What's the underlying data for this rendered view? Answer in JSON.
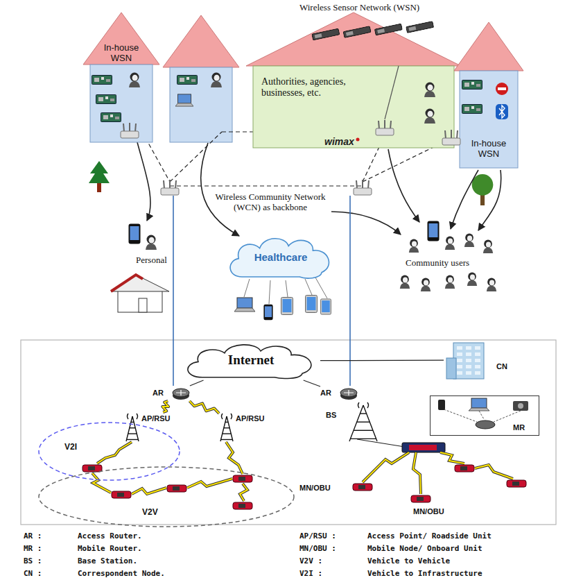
{
  "diagram": {
    "nodes": [
      {
        "text": [
          "In-house WSN"
        ]
      },
      {
        "text": [
          "Authorities, agencies, businesses, etc."
        ]
      },
      {
        "text": [
          "In-house WSN"
        ]
      },
      {
        "text": [
          "Healthcare"
        ]
      },
      {
        "text": [
          "Internet"
        ]
      },
      {
        "text": [
          "CN"
        ]
      },
      {
        "text": [
          "AR"
        ]
      },
      {
        "text": [
          "AR"
        ]
      },
      {
        "text": [
          "AP/RSU"
        ]
      },
      {
        "text": [
          "AP/RSU"
        ]
      },
      {
        "text": [
          "BS"
        ]
      },
      {
        "text": [
          "MR"
        ]
      },
      {
        "text": [
          "V2I"
        ]
      },
      {
        "text": [
          "V2V"
        ]
      }
    ],
    "edges": [
      {
        "from": 4,
        "to": 5,
        "arrow": "none"
      },
      {
        "from": 4,
        "to": 6,
        "arrow": "none"
      },
      {
        "from": 4,
        "to": 7,
        "arrow": "none"
      },
      {
        "from": 6,
        "to": 8,
        "arrow": "none"
      },
      {
        "from": 6,
        "to": 9,
        "arrow": "none"
      },
      {
        "from": 7,
        "to": 10,
        "arrow": "none"
      }
    ],
    "labels": [
      "Wireless Sensor Network (WSN)",
      "wimax",
      "Wireless Community Network (WCN) as backbone",
      "Personal",
      "Community users",
      "MN/OBU",
      "MN/OBU",
      "AR :",
      "Access Router.",
      "AP/RSU :",
      "Access Point/ Roadside Unit",
      "MR :",
      "Mobile Router.",
      "MN/OBU :",
      "Mobile Node/ Onboard Unit",
      "BS :",
      "Base Station.",
      "V2V :",
      "Vehicle to Vehicle",
      "CN :",
      "Correspondent Node.",
      "V2I :",
      "Vehicle to Infrastructure"
    ]
  }
}
